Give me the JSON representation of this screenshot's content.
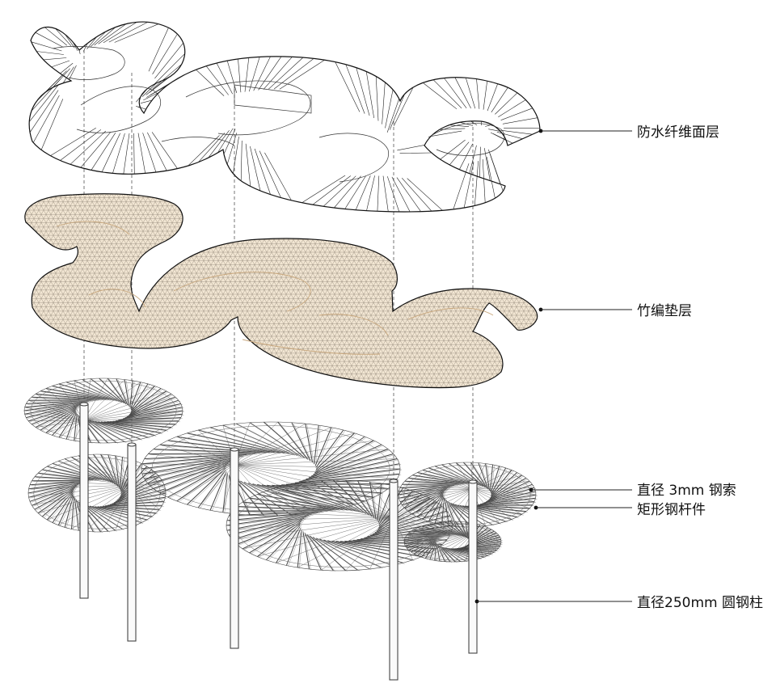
{
  "diagram": {
    "layers": [
      {
        "id": "waterproof",
        "label": "防水纤维面层"
      },
      {
        "id": "bamboo",
        "label": "竹编垫层"
      },
      {
        "id": "cable",
        "label": "直径 3mm 钢索"
      },
      {
        "id": "steel",
        "label": "矩形钢杆件"
      },
      {
        "id": "column",
        "label": "直径250mm 圆钢柱"
      }
    ],
    "colors": {
      "line": "#111111",
      "bamboo_fill": "#f2e6d3",
      "bamboo_grid": "#9a8f80",
      "bamboo_seam": "#c8a77d",
      "background": "#ffffff"
    }
  }
}
